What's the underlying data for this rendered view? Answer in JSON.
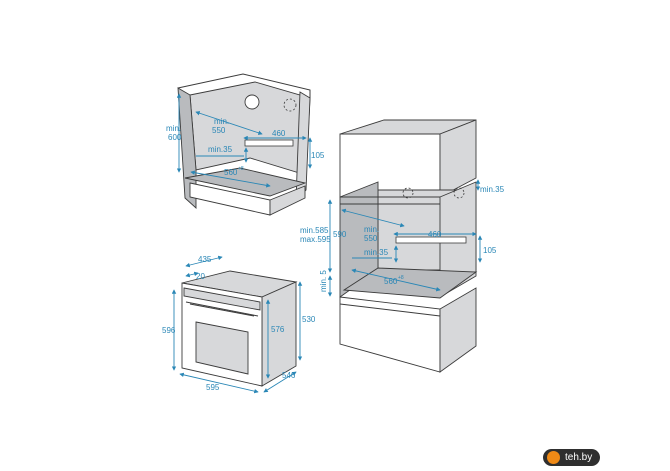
{
  "cabinet_under_counter": {
    "dims": {
      "min_600": [
        "min.",
        "600"
      ],
      "min_550": [
        "min.",
        "550"
      ],
      "w460": "460",
      "min35": "min.35",
      "h105": "105",
      "w560": "560",
      "w560_tol": "+8"
    }
  },
  "oven": {
    "dims": {
      "d435": "435",
      "d20": "20",
      "h596": "596",
      "h576": "576",
      "h530": "530",
      "w595": "595",
      "d546": "546"
    }
  },
  "cabinet_tall": {
    "dims": {
      "min35_top": "min.35",
      "min585": "min.585",
      "max595": "max.595",
      "h590": "590",
      "min550": [
        "min.",
        "550"
      ],
      "w460": "460",
      "h105": "105",
      "min35": "min.35",
      "min5": "min. 5",
      "w560": "560",
      "w560_tol": "+8"
    }
  },
  "watermark": {
    "text": "teh.by"
  }
}
